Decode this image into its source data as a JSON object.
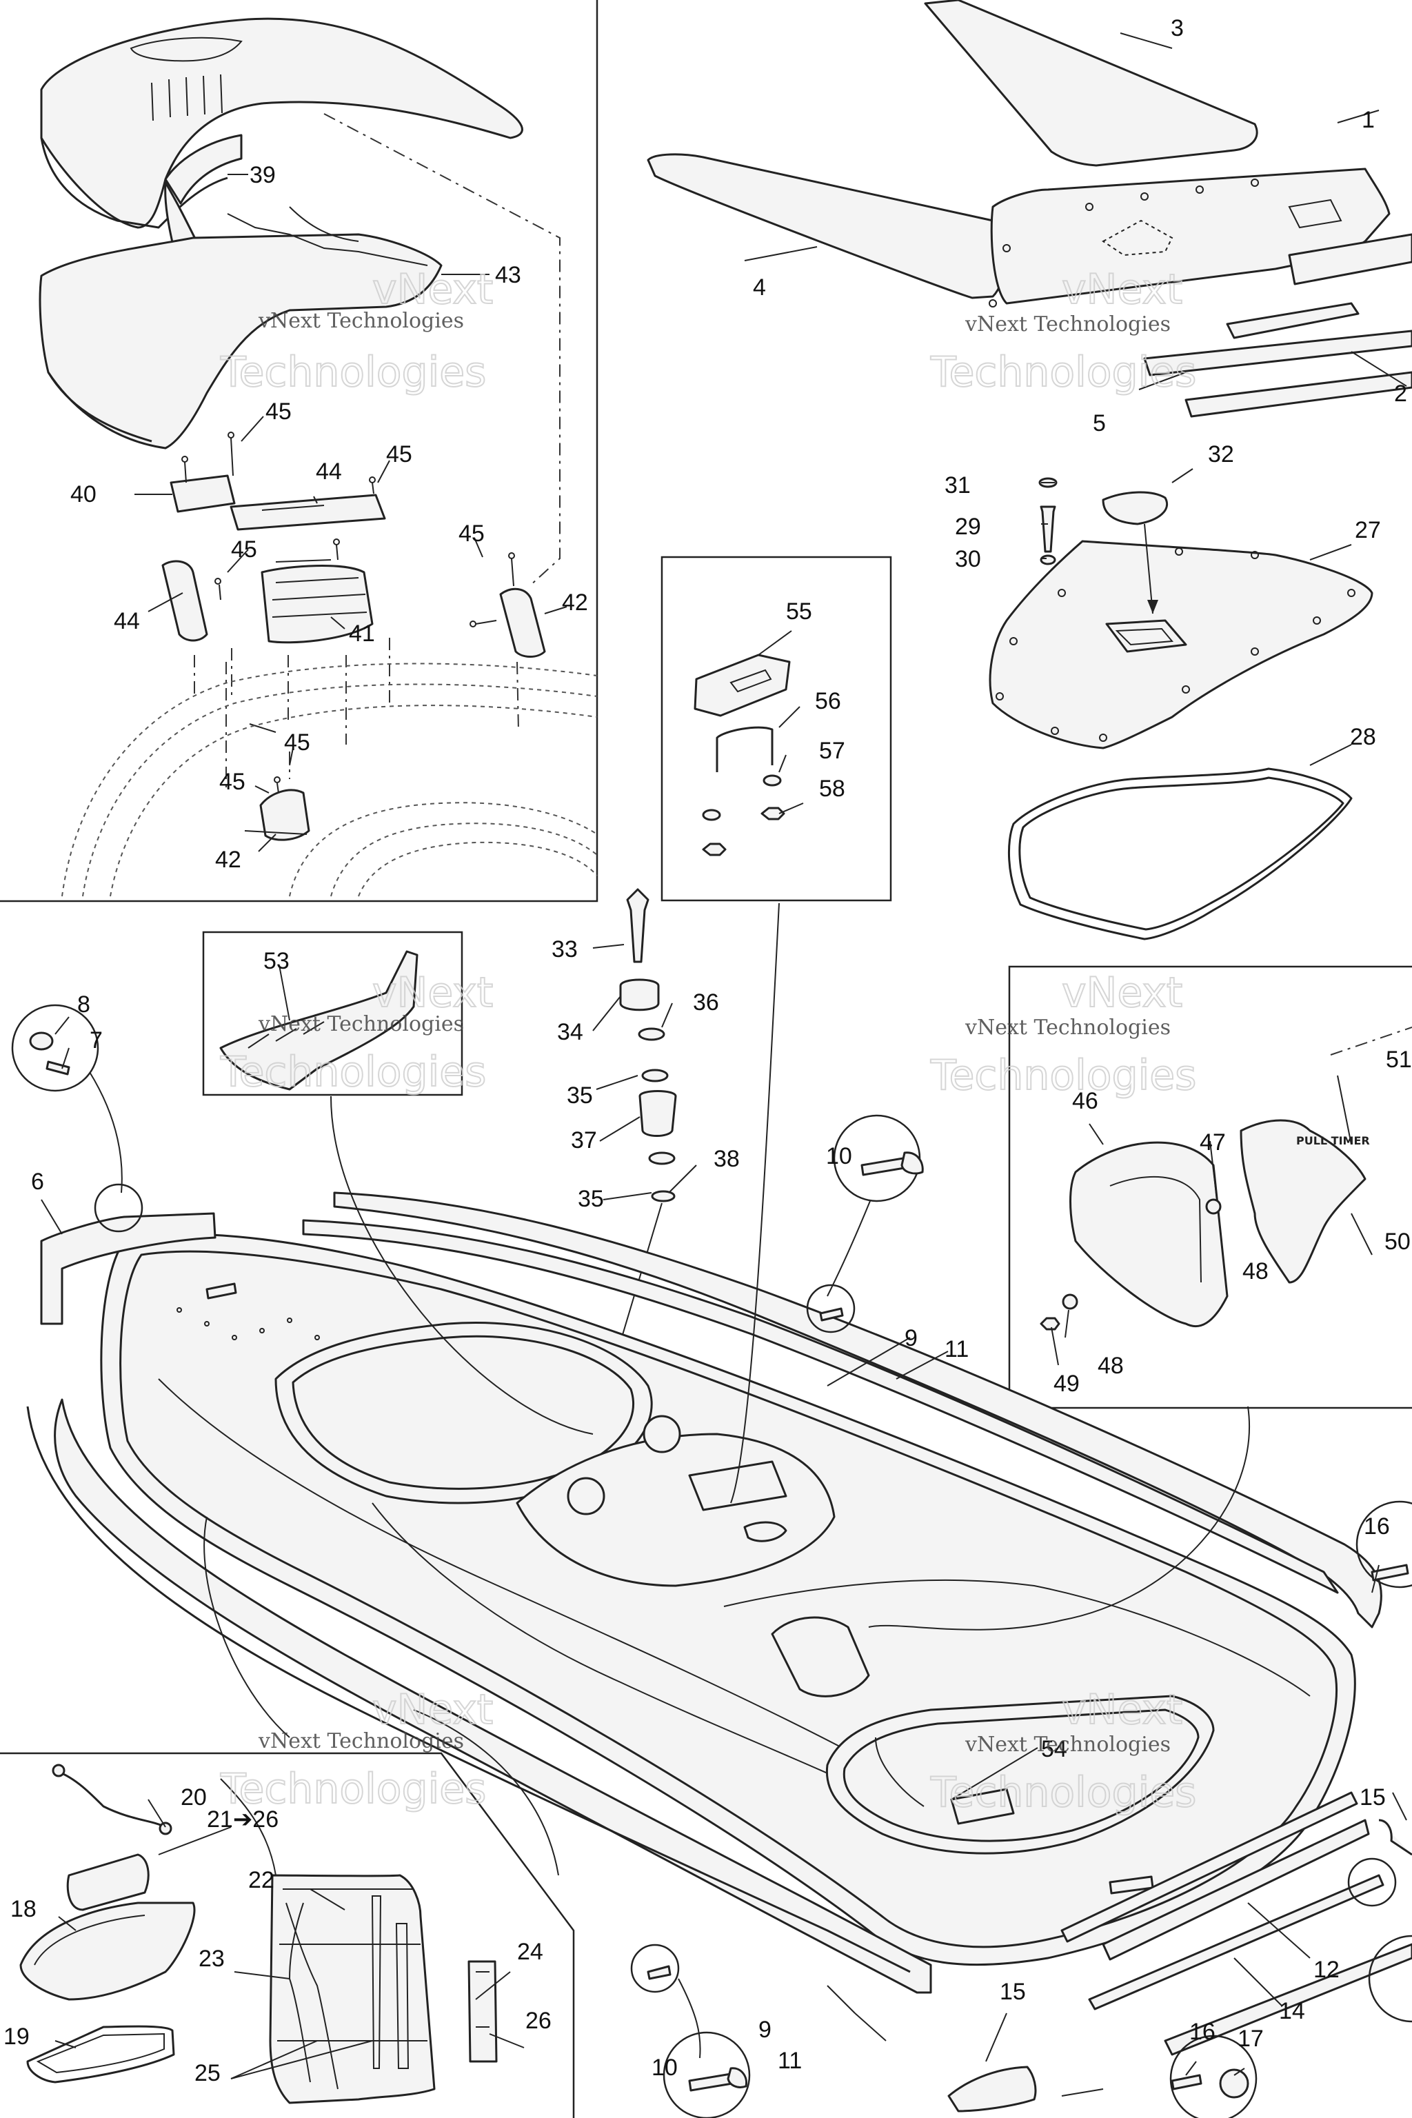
{
  "watermark": {
    "line_small": "vNext Technologies",
    "line_big": "Technologies",
    "line_top": "vNext"
  },
  "callouts": {
    "c1": "1",
    "c2": "2",
    "c3": "3",
    "c4": "4",
    "c5": "5",
    "c6": "6",
    "c7": "7",
    "c8": "8",
    "c9": "9",
    "c9b": "9",
    "c10": "10",
    "c10b": "10",
    "c11": "11",
    "c11b": "11",
    "c12": "12",
    "c14": "14",
    "c15": "15",
    "c15b": "15",
    "c16": "16",
    "c16b": "16",
    "c17": "17",
    "c18": "18",
    "c19": "19",
    "c20": "20",
    "c21": "21➔26",
    "c22": "22",
    "c23": "23",
    "c24": "24",
    "c25": "25",
    "c26": "26",
    "c27": "27",
    "c28": "28",
    "c29": "29",
    "c30": "30",
    "c31": "31",
    "c32": "32",
    "c33": "33",
    "c34": "34",
    "c35": "35",
    "c35b": "35",
    "c36": "36",
    "c37": "37",
    "c38": "38",
    "c39": "39",
    "c40": "40",
    "c41": "41",
    "c42": "42",
    "c42b": "42",
    "c43": "43",
    "c44": "44",
    "c44b": "44",
    "c45": "45",
    "c45b": "45",
    "c45c": "45",
    "c45d": "45",
    "c45e": "45",
    "c45f": "45",
    "c46": "46",
    "c47": "47",
    "c48": "48",
    "c48b": "48",
    "c49": "49",
    "c50": "50",
    "c51": "51",
    "c53": "53",
    "c54": "54",
    "c55": "55",
    "c56": "56",
    "c57": "57",
    "c58": "58"
  },
  "part_labels": {
    "pull_timer": "PULL TIMER"
  }
}
